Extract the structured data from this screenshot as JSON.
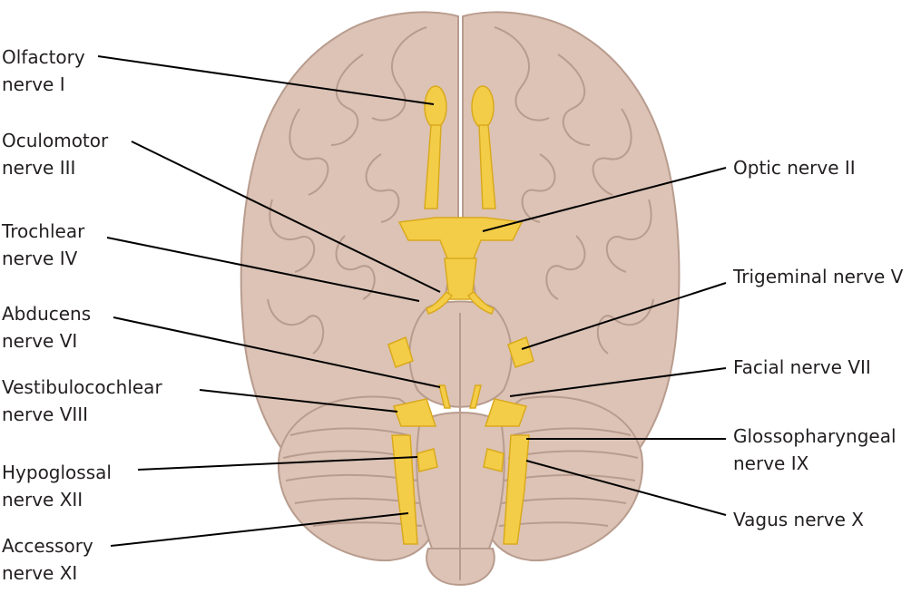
{
  "labels": {
    "olfactory": {
      "line1": "Olfactory",
      "line2": "nerve I"
    },
    "oculomotor": {
      "line1": "Oculomotor",
      "line2": "nerve III"
    },
    "trochlear": {
      "line1": "Trochlear",
      "line2": "nerve IV"
    },
    "abducens": {
      "line1": "Abducens",
      "line2": "nerve VI"
    },
    "vestibulocochlear": {
      "line1": "Vestibulocochlear",
      "line2": "nerve VIII"
    },
    "hypoglossal": {
      "line1": "Hypoglossal",
      "line2": "nerve XII"
    },
    "accessory": {
      "line1": "Accessory",
      "line2": "nerve XI"
    },
    "optic": {
      "line1": "Optic nerve II"
    },
    "trigeminal": {
      "line1": "Trigeminal nerve V"
    },
    "facial": {
      "line1": "Facial nerve VII"
    },
    "glossopharyngeal": {
      "line1": "Glossopharyngeal",
      "line2": "nerve IX"
    },
    "vagus": {
      "line1": "Vagus nerve X"
    }
  },
  "colors": {
    "brain_fill": "#dcc3b5",
    "brain_outline": "#b89c8e",
    "nerve_fill": "#f4cd48",
    "nerve_outline": "#d9a91d",
    "leader_line": "#000000",
    "label_text": "#231f20"
  }
}
